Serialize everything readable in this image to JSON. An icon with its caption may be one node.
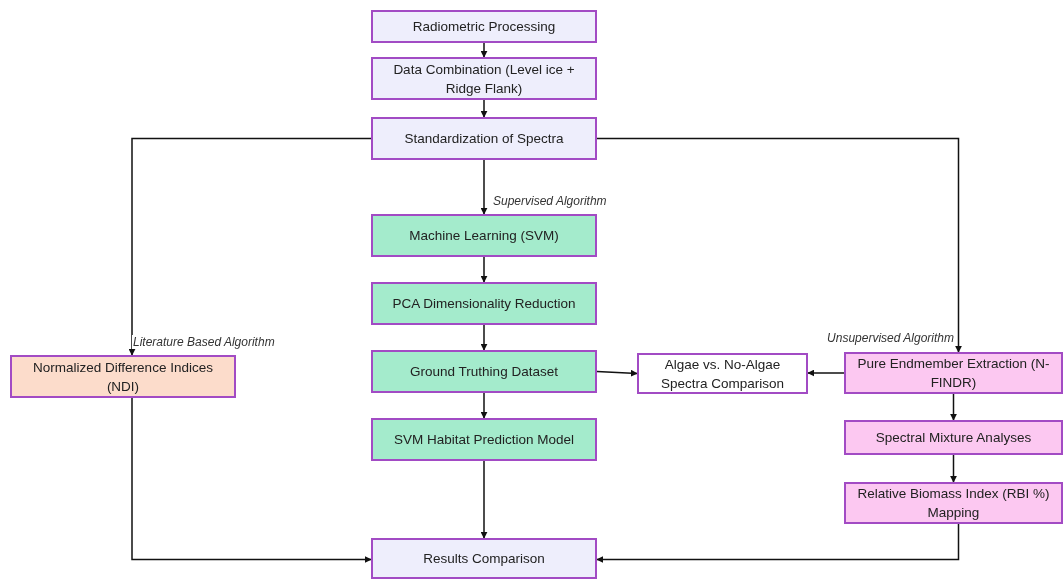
{
  "diagram": {
    "nodes": [
      {
        "text": [
          "Radiometric Processing"
        ]
      },
      {
        "text": [
          "Data Combination (Level ice + Ridge Flank)"
        ]
      },
      {
        "text": [
          "Standardization of Spectra"
        ]
      },
      {
        "text": [
          "Machine Learning (SVM)"
        ]
      },
      {
        "text": [
          "PCA Dimensionality Reduction"
        ]
      },
      {
        "text": [
          "Ground Truthing Dataset"
        ]
      },
      {
        "text": [
          "SVM Habitat Prediction Model"
        ]
      },
      {
        "text": [
          "Normalized Difference Indices (NDI)"
        ]
      },
      {
        "text": [
          "Algae vs. No-Algae Spectra Comparison"
        ]
      },
      {
        "text": [
          "Pure Endmember Extraction (N-FINDR)"
        ]
      },
      {
        "text": [
          "Spectral Mixture Analyses"
        ]
      },
      {
        "text": [
          "Relative Biomass Index (RBI %) Mapping"
        ]
      },
      {
        "text": [
          "Results Comparison"
        ]
      }
    ],
    "edges": [
      {
        "from": 0,
        "to": 1,
        "arrow": "to"
      },
      {
        "from": 1,
        "to": 2,
        "arrow": "to"
      },
      {
        "from": 2,
        "to": 3,
        "arrow": "to",
        "label": "Supervised Algorithm"
      },
      {
        "from": 3,
        "to": 4,
        "arrow": "to"
      },
      {
        "from": 4,
        "to": 5,
        "arrow": "to"
      },
      {
        "from": 5,
        "to": 6,
        "arrow": "to"
      },
      {
        "from": 2,
        "to": 7,
        "arrow": "to",
        "label": "Literature Based Algorithm"
      },
      {
        "from": 2,
        "to": 9,
        "arrow": "to",
        "label": "Unsupervised Algorithm"
      },
      {
        "from": 5,
        "to": 8,
        "arrow": "to"
      },
      {
        "from": 9,
        "to": 8,
        "arrow": "to"
      },
      {
        "from": 9,
        "to": 10,
        "arrow": "to"
      },
      {
        "from": 10,
        "to": 11,
        "arrow": "to"
      },
      {
        "from": 6,
        "to": 12,
        "arrow": "to"
      },
      {
        "from": 7,
        "to": 12,
        "arrow": "to"
      },
      {
        "from": 11,
        "to": 12,
        "arrow": "to"
      }
    ]
  }
}
